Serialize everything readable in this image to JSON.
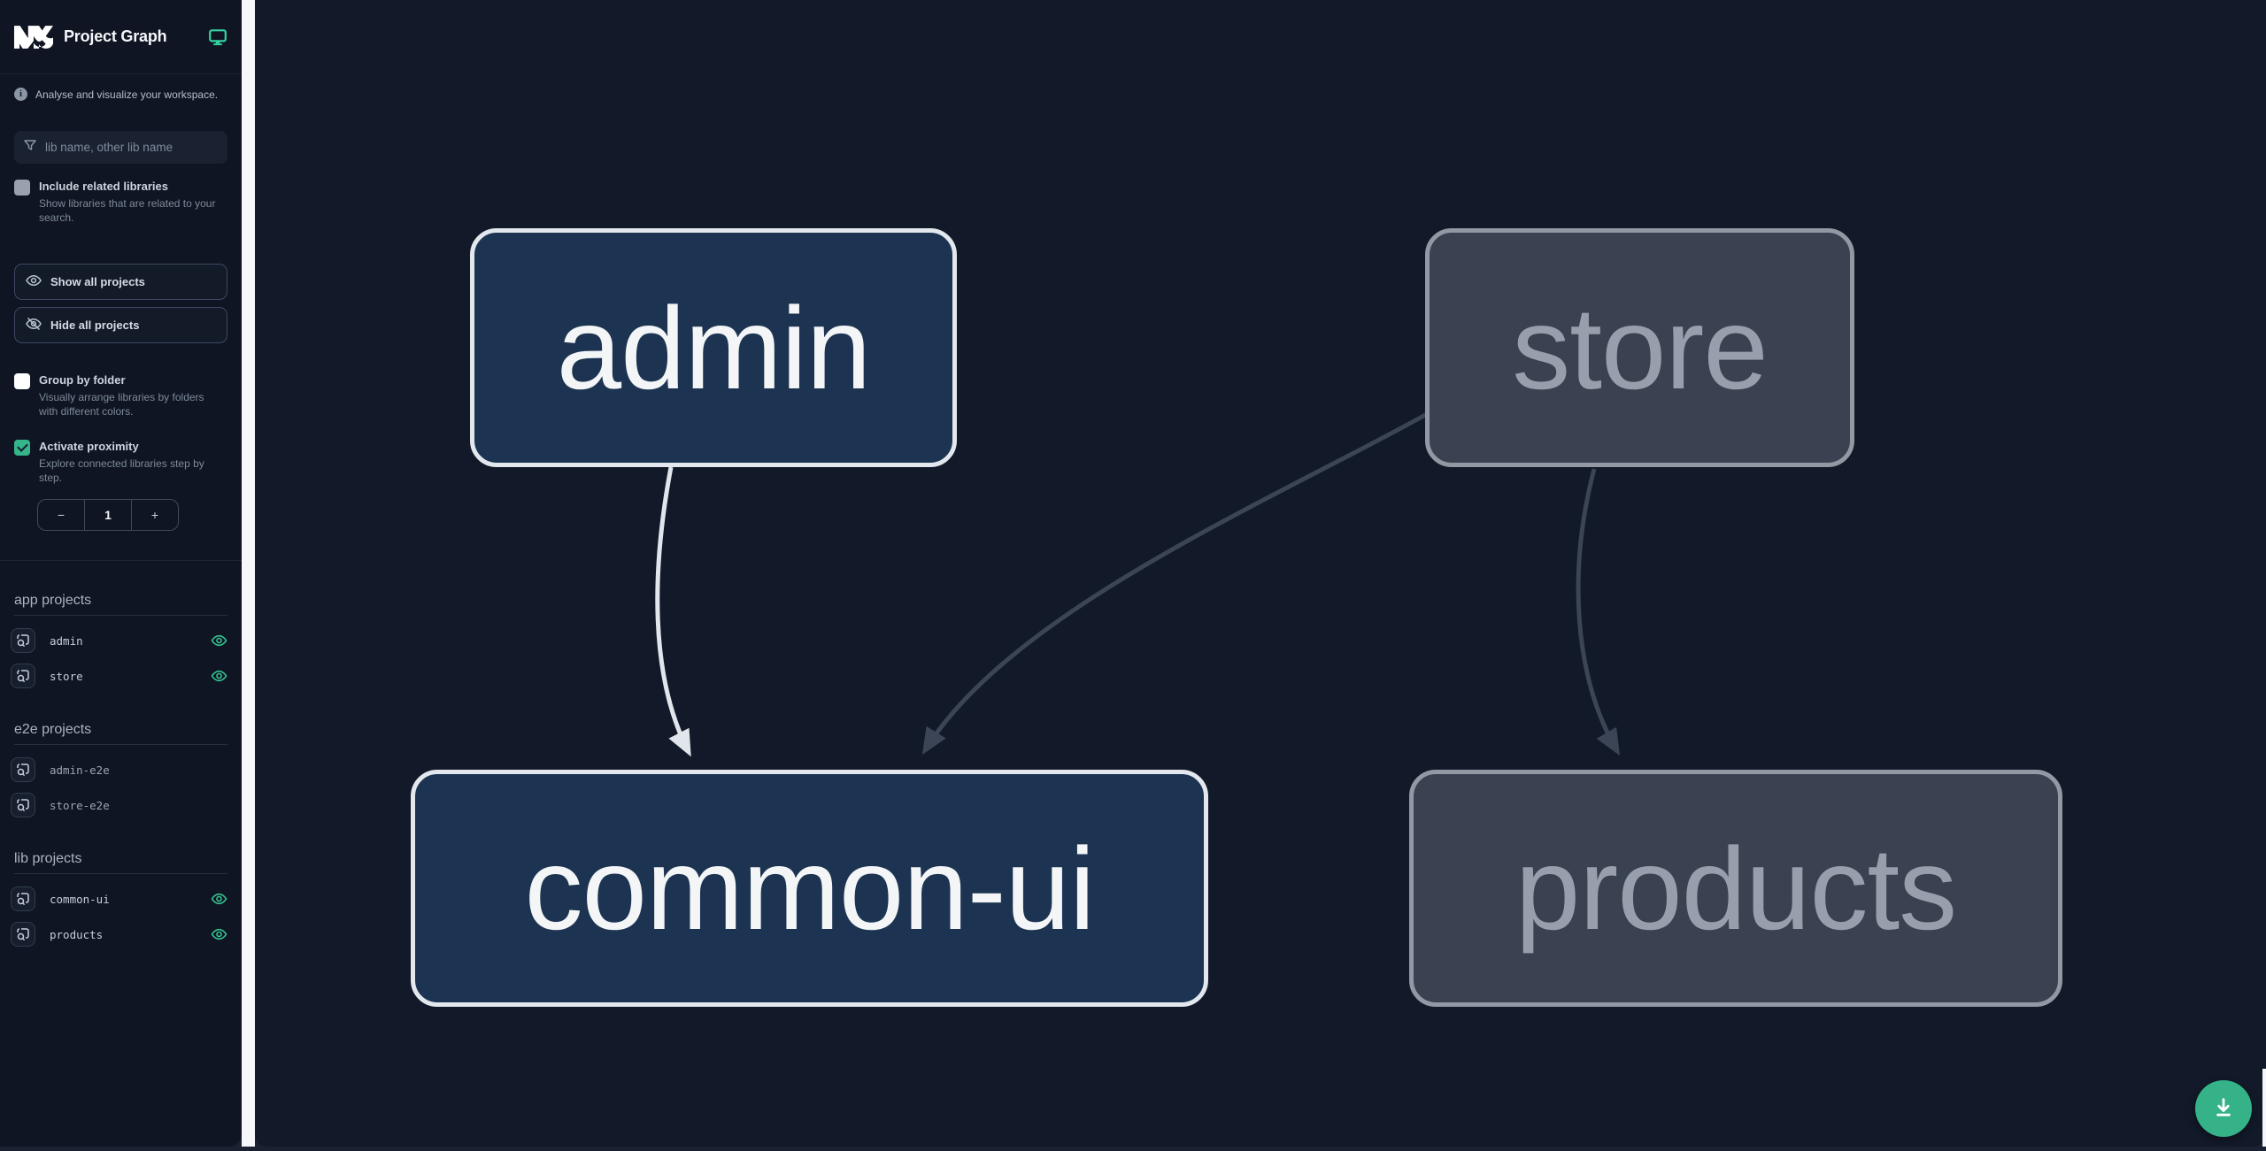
{
  "header": {
    "title": "Project Graph",
    "logo_icon": "nx-logo",
    "action_icon": "monitor-icon"
  },
  "sidebar": {
    "tagline": "Analyse and visualize your workspace.",
    "filter": {
      "placeholder": "lib name, other lib name"
    },
    "checkboxes": [
      {
        "label": "Include related libraries",
        "description": "Show libraries that are related to your search.",
        "checked": false,
        "disabled": true
      },
      {
        "label": "Group by folder",
        "description": "Visually arrange libraries by folders with different colors.",
        "checked": false
      },
      {
        "label": "Activate proximity",
        "description": "Explore connected libraries step by step.",
        "checked": true
      }
    ],
    "buttons": [
      {
        "label": "Show all projects",
        "icon": "eye-icon"
      },
      {
        "label": "Hide all projects",
        "icon": "eye-slash-icon"
      }
    ],
    "stepper": {
      "decrease": "−",
      "value": "1",
      "increase": "+"
    },
    "sections": [
      {
        "heading": "app projects",
        "items": [
          {
            "name": "admin",
            "visible": true
          },
          {
            "name": "store",
            "visible": true
          }
        ]
      },
      {
        "heading": "e2e projects",
        "items": [
          {
            "name": "admin-e2e",
            "visible": false
          },
          {
            "name": "store-e2e",
            "visible": false
          }
        ]
      },
      {
        "heading": "lib projects",
        "items": [
          {
            "name": "common-ui",
            "visible": true
          },
          {
            "name": "products",
            "visible": true
          }
        ]
      }
    ]
  },
  "graph": {
    "nodes": [
      {
        "label": "admin",
        "state": "highlighted"
      },
      {
        "label": "store",
        "state": "dimmed"
      },
      {
        "label": "common-ui",
        "state": "highlighted"
      },
      {
        "label": "products",
        "state": "dimmed"
      }
    ],
    "edges": [
      {
        "from": "admin",
        "to": "common-ui",
        "style": "highlighted"
      },
      {
        "from": "store",
        "to": "common-ui",
        "style": "dimmed"
      },
      {
        "from": "store",
        "to": "products",
        "style": "dimmed"
      }
    ]
  },
  "fab": {
    "icon": "download-icon"
  },
  "colors": {
    "accent_green": "#35b58a",
    "fab_green": "#35b287",
    "node_active_fill": "#1c3451",
    "node_active_border": "#e3e8ee",
    "node_dimmed_fill": "#3a4251",
    "node_dimmed_border": "#9298a4",
    "edge_active": "#e1e6ec",
    "edge_dimmed": "#3c4555",
    "sidebar_bg": "#0f1522",
    "canvas_bg": "#121928"
  }
}
